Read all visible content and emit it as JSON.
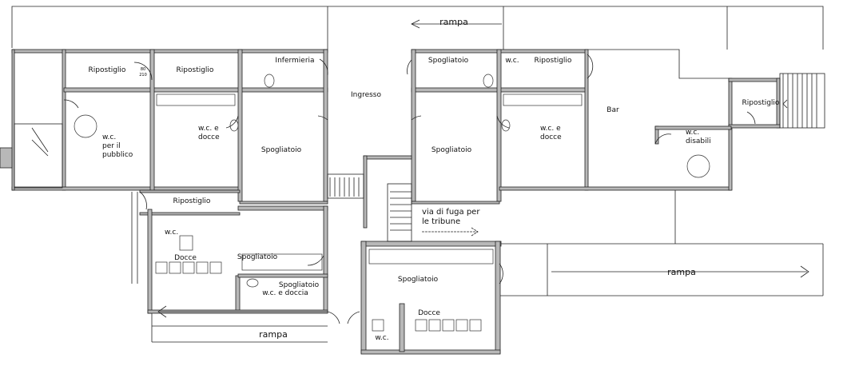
{
  "title": "Pianta piano terra - spogliatoi e servizi",
  "labels": {
    "rampa_top": "rampa",
    "rampa_right": "rampa",
    "rampa_bottom": "rampa",
    "ripostiglio_1": "Ripostiglio",
    "ripostiglio_2": "Ripostiglio",
    "door_size_num": "80",
    "door_size_den": "210",
    "infermieria": "Infermieria",
    "spogliatoio_top": "Spogliatoio",
    "wc_top": "w.c.",
    "ripostiglio_3": "Ripostiglio",
    "ingresso": "Ingresso",
    "bar": "Bar",
    "ripostiglio_4": "Ripostiglio",
    "wc_pubblico": [
      "w.c.",
      "per il",
      "pubblico"
    ],
    "wc_docce_left": [
      "w.c. e",
      "docce"
    ],
    "spogliatoio_left": "Spogliatoio",
    "spogliatoio_right": "Spogliatoio",
    "wc_docce_right": [
      "w.c. e",
      "docce"
    ],
    "wc_disabili": [
      "w.c.",
      "disabili"
    ],
    "ripostiglio_5": "Ripostiglio",
    "wc_lower": "w.c.",
    "via_fuga": [
      "via di fuga per",
      "le tribune"
    ],
    "docce_left": "Docce",
    "spogliatoio_lower": "Spogliatoio",
    "spogliatoio_small": "Spogliatoio",
    "wc_doccia": "w.c. e doccia",
    "spogliatoio_center": "Spogliatoio",
    "docce_center": "Docce",
    "wc_center": "w.c."
  }
}
